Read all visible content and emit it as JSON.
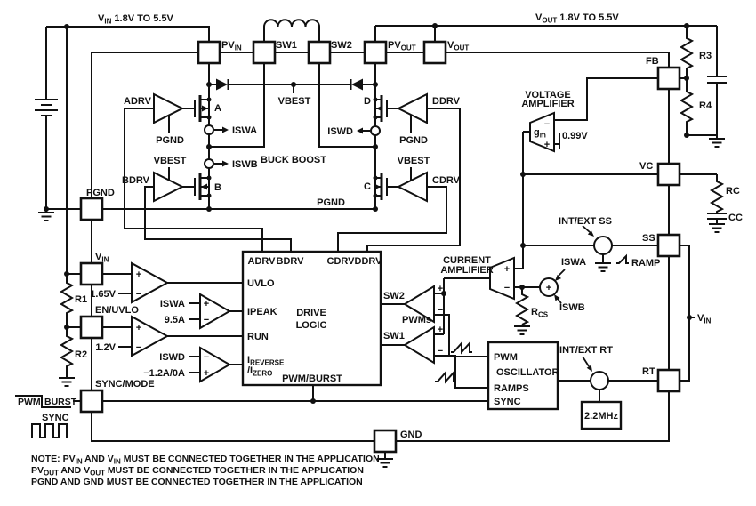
{
  "sym": {
    "plus": "+",
    "minus": "−"
  },
  "rails": {
    "vin_base": "V",
    "vin_sub": "IN",
    "vin_rest": " 1.8V TO 5.5V",
    "vout_base": "V",
    "vout_sub": "OUT",
    "vout_rest": " 1.8V TO 5.5V"
  },
  "pads": {
    "pvin_base": "PV",
    "pvin_sub": "IN",
    "sw1": "SW1",
    "sw2": "SW2",
    "pvout_base": "PV",
    "pvout_sub": "OUT",
    "vout_base": "V",
    "vout_sub": "OUT",
    "fb": "FB",
    "vc": "VC",
    "ss": "SS",
    "rt": "RT",
    "gnd": "GND",
    "pgnd": "PGND",
    "vin_base": "V",
    "vin_sub": "IN",
    "en_uvlo": "EN/UVLO",
    "sync_mode": "SYNC/MODE"
  },
  "bridge": {
    "adrv": "ADRV",
    "bdrv": "BDRV",
    "cdrv": "CDRV",
    "ddrv": "DDRV",
    "pgnd_a": "PGND",
    "pgnd_d": "PGND",
    "vbest_b": "VBEST",
    "vbest_c": "VBEST",
    "vbest_rail": "VBEST",
    "fet_a": "A",
    "fet_b": "B",
    "fet_c": "C",
    "fet_d": "D",
    "iswa": "ISWA",
    "iswb": "ISWB",
    "iswd": "ISWD",
    "title": "BUCK BOOST",
    "pgnd_rail": "PGND"
  },
  "comparators": {
    "uvlo_ref": "1.65V",
    "run_ref": "1.2V",
    "ipeak_in": "ISWA",
    "ipeak_ref": "9.5A",
    "izero_in": "ISWD",
    "izero_ref": "−1.2A/0A"
  },
  "logic": {
    "line1": "DRIVE",
    "line2": "LOGIC",
    "adrv": "ADRV",
    "bdrv": "BDRV",
    "cdrv": "CDRV",
    "ddrv": "DDRV",
    "uvlo": "UVLO",
    "ipeak": "IPEAK",
    "run": "RUN",
    "irev_base": "I",
    "irev_sub": "REVERSE",
    "izero_base": "/I",
    "izero_sub": "ZERO",
    "pwm_burst": "PWM/BURST",
    "sw2": "SW2",
    "sw1": "SW1",
    "pwms": "PWMs"
  },
  "amps": {
    "va_line1": "VOLTAGE",
    "va_line2": "AMPLIFIER",
    "gm_base": "g",
    "gm_sub": "m",
    "vref": "0.99V",
    "ca_line1": "CURRENT",
    "ca_line2": "AMPLIFIER",
    "iswa": "ISWA",
    "iswb": "ISWB",
    "rcs_base": "R",
    "rcs_sub": "CS"
  },
  "osc": {
    "pwm": "PWM",
    "name": "OSCILLATOR",
    "ramps": "RAMPS",
    "sync": "SYNC",
    "freq": "2.2MHz",
    "int_ext_rt": "INT/EXT  RT"
  },
  "softstart": {
    "int_ext_ss": "INT/EXT  SS",
    "ramp": "RAMP"
  },
  "passives": {
    "r1": "R1",
    "r2": "R2",
    "r3": "R3",
    "r4": "R4",
    "rc": "RC",
    "cc": "CC"
  },
  "right_rail": {
    "vin_base": "V",
    "vin_sub": "IN"
  },
  "mode": {
    "pwm": "PWM",
    "burst": "BURST",
    "sync": "SYNC"
  },
  "note": {
    "l1": [
      "NOTE: PV",
      "IN",
      " AND V",
      "IN",
      " MUST BE CONNECTED TOGETHER IN THE APPLICATION"
    ],
    "l2": [
      "PV",
      "OUT",
      " AND V",
      "OUT",
      " MUST BE CONNECTED TOGETHER IN THE APPLICATION"
    ],
    "l3": "PGND AND GND MUST BE CONNECTED TOGETHER IN THE APPLICATION"
  }
}
